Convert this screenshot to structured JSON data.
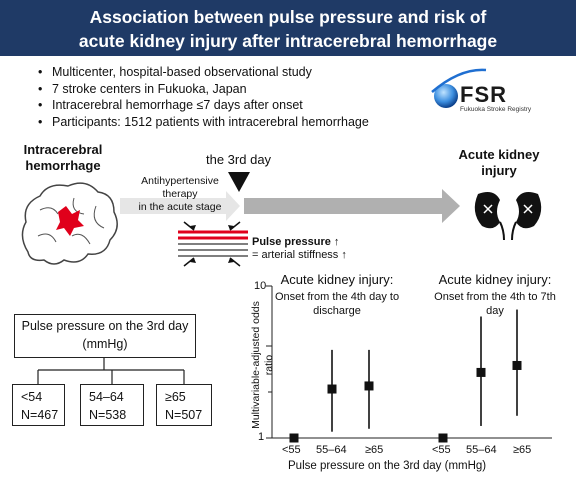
{
  "header": {
    "title_line1": "Association between pulse pressure and risk of",
    "title_line2": "acute kidney injury after intracerebral hemorrhage"
  },
  "bullets": [
    "Multicenter, hospital-based observational study",
    "7 stroke centers in Fukuoka, Japan",
    "Intracerebral hemorrhage ≤7 days after onset",
    "Participants: 1512 patients with intracerebral hemorrhage"
  ],
  "logo": {
    "text": "FSR",
    "subtitle": "Fukuoka Stroke Registry"
  },
  "timeline": {
    "start_label_1": "Intracerebral",
    "start_label_2": "hemorrhage",
    "therapy_1": "Antihypertensive",
    "therapy_2": "therapy",
    "therapy_3": "in the acute stage",
    "marker": "the 3rd day",
    "end_label_1": "Acute kidney",
    "end_label_2": "injury"
  },
  "pulse_pressure_note": {
    "line1": "Pulse pressure ↑",
    "line2": "= arterial stiffness ↑"
  },
  "groups": {
    "header_line1": "Pulse pressure on the 3rd day",
    "header_line2": "(mmHg)",
    "items": [
      {
        "label": "<54",
        "n": "N=467"
      },
      {
        "label": "54–64",
        "n": "N=538"
      },
      {
        "label": "≥65",
        "n": "N=507"
      }
    ]
  },
  "colors": {
    "header_bg": "#1f3a66",
    "arrow_gray": "#b0b0b0",
    "bleed_red": "#e0001b",
    "marker": "#111111"
  },
  "chart_data": [
    {
      "type": "scatter",
      "title": "Acute kidney injury:",
      "subtitle": "Onset from the 4th day to discharge",
      "categories": [
        "<55",
        "55–64",
        "≥65"
      ],
      "values": [
        1.0,
        2.1,
        2.2
      ],
      "ci_low": [
        null,
        1.1,
        1.15
      ],
      "ci_high": [
        null,
        3.8,
        3.8
      ],
      "ylabel": "Multivariable-adjusted odds ratio",
      "ylim": [
        1,
        10
      ],
      "yscale": "log",
      "yticks": [
        "1",
        "10"
      ]
    },
    {
      "type": "scatter",
      "title": "Acute kidney injury:",
      "subtitle": "Onset from the 4th to 7th day",
      "categories": [
        "<55",
        "55–64",
        "≥65"
      ],
      "values": [
        1.0,
        2.7,
        3.0
      ],
      "ci_low": [
        null,
        1.2,
        1.4
      ],
      "ci_high": [
        null,
        6.3,
        7.0
      ],
      "ylim": [
        1,
        10
      ],
      "yscale": "log"
    }
  ],
  "x_axis_label": "Pulse pressure on the 3rd day (mmHg)"
}
